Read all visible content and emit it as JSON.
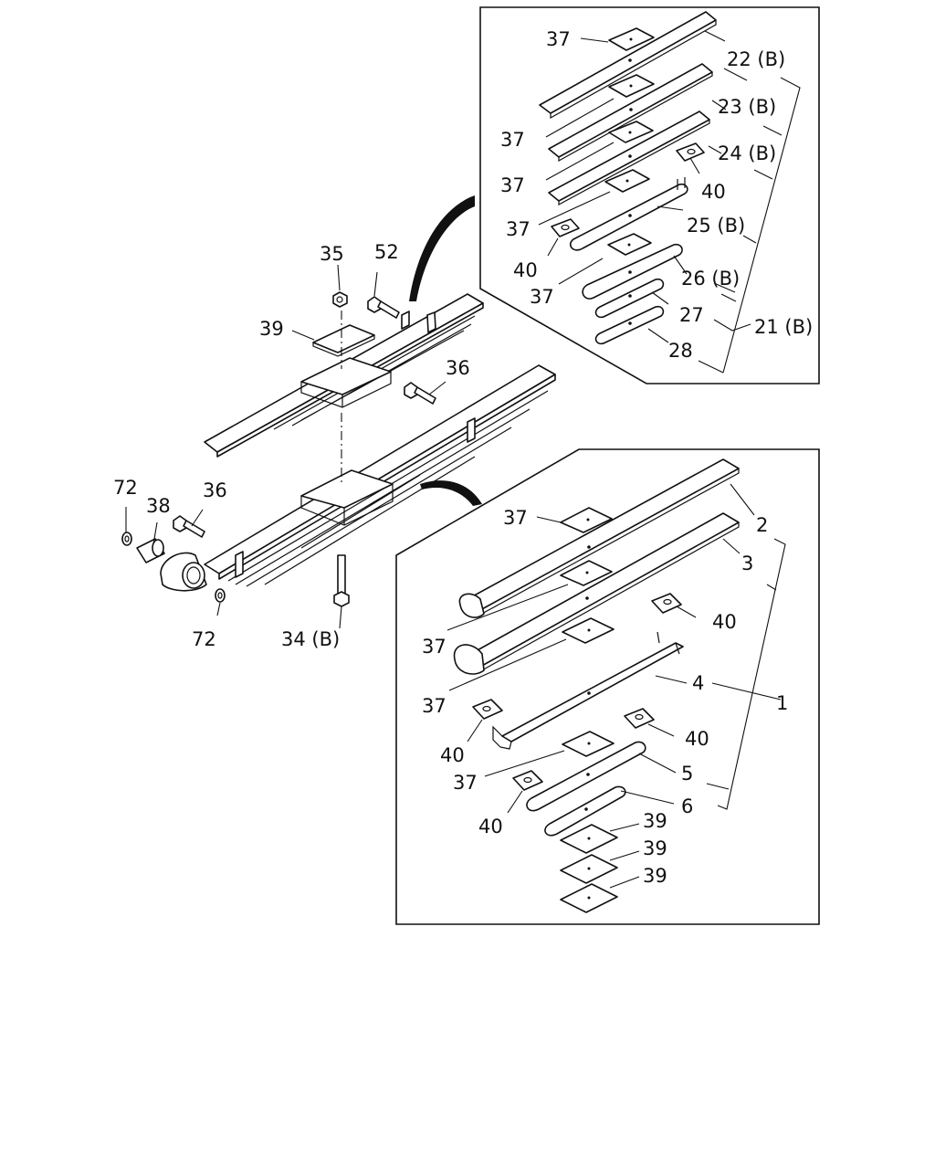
{
  "labels": {
    "p22": "22 (B)",
    "p23": "23 (B)",
    "p24": "24 (B)",
    "p25": "25 (B)",
    "p26": "26 (B)",
    "p27": "27",
    "p28": "28",
    "p21": "21 (B)",
    "p37a": "37",
    "p37b": "37",
    "p37c": "37",
    "p37d": "37",
    "p37e": "37",
    "p40a": "40",
    "p40b": "40",
    "p35": "35",
    "p52": "52",
    "p39": "39",
    "p36a": "36",
    "p36b": "36",
    "p72a": "72",
    "p72b": "72",
    "p38": "38",
    "p34": "34 (B)",
    "q37a": "37",
    "q37b": "37",
    "q37c": "37",
    "q37d": "37",
    "p2": "2",
    "p3": "3",
    "p4": "4",
    "p1": "1",
    "p5": "5",
    "p6": "6",
    "q40a": "40",
    "q40b": "40",
    "q40c": "40",
    "q40d": "40",
    "q39a": "39",
    "q39b": "39",
    "q39c": "39"
  }
}
